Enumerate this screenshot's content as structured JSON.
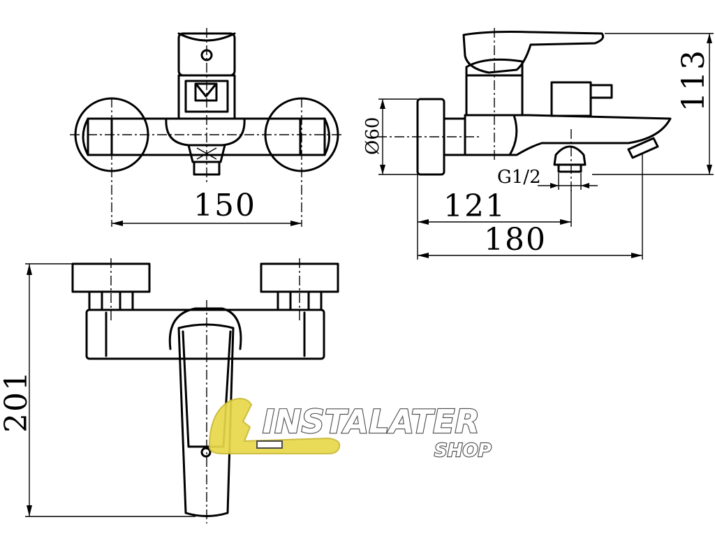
{
  "dimensions": {
    "width_front": "150",
    "height_side": "113",
    "diameter_flange": "Ø60",
    "thread": "G1/2",
    "spout_reach": "121",
    "total_depth": "180",
    "total_height": "201"
  },
  "logo": {
    "brand": "INSTALATER",
    "sub": "SHOP",
    "colors": {
      "yellow": "#e8d84a",
      "outline": "#3a3a3a"
    }
  }
}
